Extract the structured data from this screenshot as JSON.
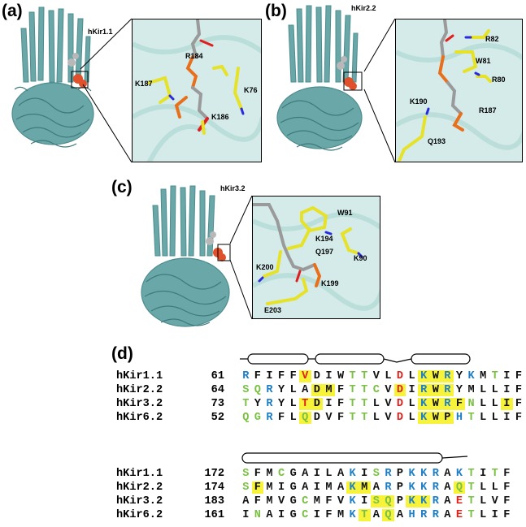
{
  "panels": {
    "a": {
      "letter": "(a)",
      "protein": "hKir1.1",
      "residues": [
        "R184",
        "K187",
        "K76",
        "K186"
      ]
    },
    "b": {
      "letter": "(b)",
      "protein": "hKir2.2",
      "residues": [
        "R82",
        "W81",
        "R80",
        "K190",
        "R187",
        "Q193"
      ]
    },
    "c": {
      "letter": "(c)",
      "protein": "hKir3.2",
      "residues": [
        "W91",
        "K194",
        "Q197",
        "K90",
        "K200",
        "K199",
        "E203"
      ]
    },
    "d": {
      "letter": "(d)"
    }
  },
  "colors": {
    "protein": "#5f9ea0",
    "lipid_carbon": "#9a9a9a",
    "phosphate": "#e8701c",
    "oxygen": "#e02020",
    "nitrogen": "#2a2ae0",
    "residue": "#e6e22a",
    "highlight": "#f7f23a"
  },
  "alignment_blocks": [
    {
      "rows": [
        {
          "name": "hKir1.1",
          "start": "61",
          "residues": [
            [
              "R",
              "b",
              0
            ],
            [
              "F",
              "k",
              0
            ],
            [
              "I",
              "k",
              0
            ],
            [
              "F",
              "k",
              0
            ],
            [
              "F",
              "k",
              0
            ],
            [
              "V",
              "r",
              1
            ],
            [
              "D",
              "k",
              0
            ],
            [
              "I",
              "k",
              0
            ],
            [
              "W",
              "k",
              0
            ],
            [
              "T",
              "g",
              0
            ],
            [
              "T",
              "g",
              0
            ],
            [
              "V",
              "k",
              0
            ],
            [
              "L",
              "k",
              0
            ],
            [
              "D",
              "r",
              0
            ],
            [
              "L",
              "k",
              0
            ],
            [
              "K",
              "b",
              1
            ],
            [
              "W",
              "k",
              1
            ],
            [
              "R",
              "b",
              1
            ],
            [
              "Y",
              "k",
              0
            ],
            [
              "K",
              "b",
              0
            ],
            [
              "M",
              "k",
              0
            ],
            [
              "T",
              "g",
              0
            ],
            [
              "I",
              "k",
              0
            ],
            [
              "F",
              "k",
              0
            ]
          ]
        },
        {
          "name": "hKir2.2",
          "start": "64",
          "residues": [
            [
              "S",
              "g",
              0
            ],
            [
              "Q",
              "g",
              0
            ],
            [
              "R",
              "b",
              0
            ],
            [
              "Y",
              "k",
              0
            ],
            [
              "L",
              "k",
              0
            ],
            [
              "A",
              "k",
              0
            ],
            [
              "D",
              "k",
              1
            ],
            [
              "M",
              "k",
              1
            ],
            [
              "F",
              "k",
              0
            ],
            [
              "T",
              "g",
              0
            ],
            [
              "T",
              "g",
              0
            ],
            [
              "C",
              "g",
              0
            ],
            [
              "V",
              "k",
              0
            ],
            [
              "D",
              "r",
              1
            ],
            [
              "I",
              "k",
              0
            ],
            [
              "R",
              "b",
              1
            ],
            [
              "W",
              "k",
              1
            ],
            [
              "R",
              "b",
              1
            ],
            [
              "Y",
              "k",
              0
            ],
            [
              "M",
              "k",
              0
            ],
            [
              "L",
              "k",
              0
            ],
            [
              "L",
              "k",
              0
            ],
            [
              "I",
              "k",
              0
            ],
            [
              "F",
              "k",
              0
            ]
          ]
        },
        {
          "name": "hKir3.2",
          "start": "73",
          "residues": [
            [
              "T",
              "g",
              0
            ],
            [
              "Y",
              "k",
              0
            ],
            [
              "R",
              "b",
              0
            ],
            [
              "Y",
              "k",
              0
            ],
            [
              "L",
              "k",
              0
            ],
            [
              "T",
              "r",
              1
            ],
            [
              "D",
              "k",
              1
            ],
            [
              "I",
              "k",
              0
            ],
            [
              "F",
              "k",
              0
            ],
            [
              "T",
              "g",
              0
            ],
            [
              "T",
              "g",
              0
            ],
            [
              "L",
              "k",
              0
            ],
            [
              "V",
              "k",
              0
            ],
            [
              "D",
              "r",
              0
            ],
            [
              "L",
              "k",
              0
            ],
            [
              "K",
              "b",
              1
            ],
            [
              "W",
              "k",
              1
            ],
            [
              "R",
              "b",
              1
            ],
            [
              "F",
              "k",
              1
            ],
            [
              "N",
              "g",
              0
            ],
            [
              "L",
              "k",
              0
            ],
            [
              "L",
              "k",
              0
            ],
            [
              "I",
              "k",
              1
            ],
            [
              "F",
              "k",
              0
            ]
          ]
        },
        {
          "name": "hKir6.2",
          "start": "52",
          "residues": [
            [
              "Q",
              "g",
              0
            ],
            [
              "G",
              "g",
              0
            ],
            [
              "R",
              "b",
              0
            ],
            [
              "F",
              "k",
              0
            ],
            [
              "L",
              "k",
              0
            ],
            [
              "Q",
              "g",
              1
            ],
            [
              "D",
              "k",
              0
            ],
            [
              "V",
              "k",
              0
            ],
            [
              "F",
              "k",
              0
            ],
            [
              "T",
              "g",
              0
            ],
            [
              "T",
              "g",
              0
            ],
            [
              "L",
              "k",
              0
            ],
            [
              "V",
              "k",
              0
            ],
            [
              "D",
              "r",
              0
            ],
            [
              "L",
              "k",
              0
            ],
            [
              "K",
              "b",
              1
            ],
            [
              "W",
              "k",
              1
            ],
            [
              "P",
              "k",
              1
            ],
            [
              "H",
              "b",
              0
            ],
            [
              "T",
              "g",
              0
            ],
            [
              "L",
              "k",
              0
            ],
            [
              "L",
              "k",
              0
            ],
            [
              "I",
              "k",
              0
            ],
            [
              "F",
              "k",
              0
            ]
          ]
        }
      ]
    },
    {
      "rows": [
        {
          "name": "hKir1.1",
          "start": "172",
          "residues": [
            [
              "S",
              "g",
              0
            ],
            [
              "F",
              "k",
              0
            ],
            [
              "M",
              "k",
              0
            ],
            [
              "C",
              "g",
              0
            ],
            [
              "G",
              "k",
              0
            ],
            [
              "A",
              "k",
              0
            ],
            [
              "I",
              "k",
              0
            ],
            [
              "L",
              "k",
              0
            ],
            [
              "A",
              "k",
              0
            ],
            [
              "K",
              "b",
              0
            ],
            [
              "I",
              "k",
              0
            ],
            [
              "S",
              "g",
              0
            ],
            [
              "R",
              "b",
              0
            ],
            [
              "P",
              "k",
              0
            ],
            [
              "K",
              "b",
              0
            ],
            [
              "K",
              "b",
              0
            ],
            [
              "R",
              "b",
              0
            ],
            [
              "A",
              "k",
              0
            ],
            [
              "K",
              "b",
              0
            ],
            [
              "T",
              "g",
              0
            ],
            [
              "I",
              "k",
              0
            ],
            [
              "T",
              "g",
              0
            ],
            [
              "F",
              "k",
              0
            ]
          ]
        },
        {
          "name": "hKir2.2",
          "start": "174",
          "residues": [
            [
              "S",
              "g",
              0
            ],
            [
              "F",
              "k",
              1
            ],
            [
              "M",
              "k",
              0
            ],
            [
              "I",
              "k",
              0
            ],
            [
              "G",
              "k",
              0
            ],
            [
              "A",
              "k",
              0
            ],
            [
              "I",
              "k",
              0
            ],
            [
              "M",
              "k",
              0
            ],
            [
              "A",
              "k",
              0
            ],
            [
              "K",
              "b",
              1
            ],
            [
              "M",
              "k",
              1
            ],
            [
              "A",
              "k",
              0
            ],
            [
              "R",
              "b",
              0
            ],
            [
              "P",
              "k",
              0
            ],
            [
              "K",
              "b",
              0
            ],
            [
              "K",
              "b",
              0
            ],
            [
              "R",
              "b",
              0
            ],
            [
              "A",
              "k",
              0
            ],
            [
              "Q",
              "g",
              1
            ],
            [
              "T",
              "g",
              0
            ],
            [
              "L",
              "k",
              0
            ],
            [
              "L",
              "k",
              0
            ],
            [
              "F",
              "k",
              0
            ]
          ]
        },
        {
          "name": "hKir3.2",
          "start": "183",
          "residues": [
            [
              "A",
              "k",
              0
            ],
            [
              "F",
              "k",
              0
            ],
            [
              "M",
              "k",
              0
            ],
            [
              "V",
              "k",
              0
            ],
            [
              "G",
              "k",
              0
            ],
            [
              "C",
              "g",
              0
            ],
            [
              "M",
              "k",
              0
            ],
            [
              "F",
              "k",
              0
            ],
            [
              "V",
              "k",
              0
            ],
            [
              "K",
              "b",
              0
            ],
            [
              "I",
              "k",
              0
            ],
            [
              "S",
              "g",
              1
            ],
            [
              "Q",
              "g",
              1
            ],
            [
              "P",
              "k",
              0
            ],
            [
              "K",
              "b",
              1
            ],
            [
              "K",
              "b",
              1
            ],
            [
              "R",
              "b",
              0
            ],
            [
              "A",
              "k",
              0
            ],
            [
              "E",
              "r",
              0
            ],
            [
              "T",
              "g",
              0
            ],
            [
              "L",
              "k",
              0
            ],
            [
              "V",
              "k",
              0
            ],
            [
              "F",
              "k",
              0
            ]
          ]
        },
        {
          "name": "hKir6.2",
          "start": "161",
          "residues": [
            [
              "I",
              "k",
              0
            ],
            [
              "N",
              "g",
              0
            ],
            [
              "A",
              "k",
              0
            ],
            [
              "I",
              "k",
              0
            ],
            [
              "G",
              "k",
              0
            ],
            [
              "C",
              "g",
              0
            ],
            [
              "I",
              "k",
              0
            ],
            [
              "F",
              "k",
              0
            ],
            [
              "M",
              "k",
              0
            ],
            [
              "K",
              "b",
              0
            ],
            [
              "T",
              "g",
              1
            ],
            [
              "A",
              "k",
              0
            ],
            [
              "Q",
              "g",
              1
            ],
            [
              "A",
              "k",
              0
            ],
            [
              "H",
              "b",
              0
            ],
            [
              "R",
              "b",
              0
            ],
            [
              "R",
              "b",
              0
            ],
            [
              "A",
              "k",
              0
            ],
            [
              "E",
              "r",
              0
            ],
            [
              "T",
              "g",
              0
            ],
            [
              "L",
              "k",
              0
            ],
            [
              "I",
              "k",
              0
            ],
            [
              "F",
              "k",
              0
            ]
          ]
        }
      ]
    }
  ]
}
